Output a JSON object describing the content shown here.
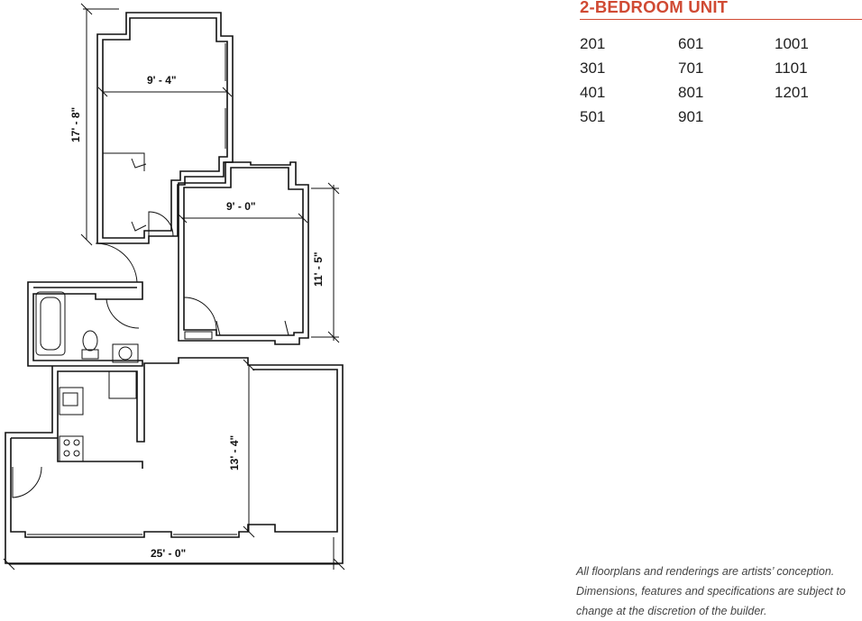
{
  "header": {
    "title": "2-BEDROOM UNIT",
    "accent_color": "#d04a33"
  },
  "unit_columns": [
    [
      "201",
      "301",
      "401",
      "501"
    ],
    [
      "601",
      "701",
      "801",
      "901"
    ],
    [
      "1001",
      "1101",
      "1201"
    ]
  ],
  "floorplan": {
    "dimensions": {
      "bedroom1_width": "9' - 4\"",
      "bedroom1_depth": "17' - 8\"",
      "bedroom2_width": "9' - 0\"",
      "bedroom2_depth": "11' - 5\"",
      "living_depth": "13' - 4\"",
      "overall_width": "25' - 0\""
    }
  },
  "disclaimer": {
    "line1": "All floorplans and renderings are artists’ conception.",
    "line2": "Dimensions, features and specifications are subject to",
    "line3": "change at the discretion of the builder."
  }
}
